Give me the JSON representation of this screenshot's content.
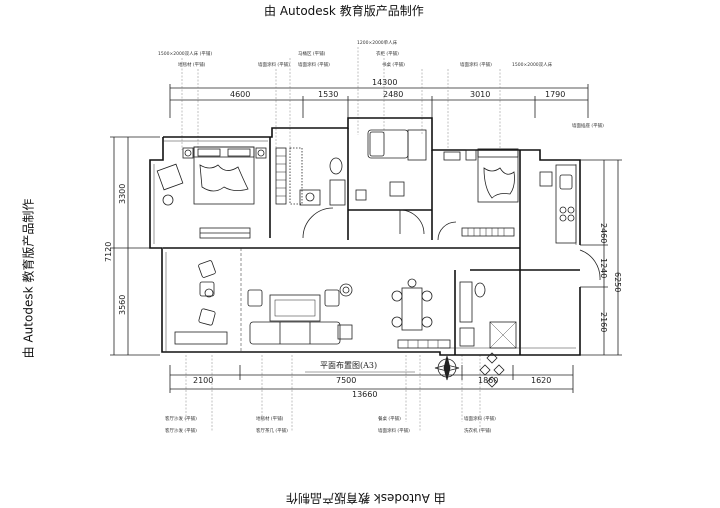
{
  "watermark": "由 Autodesk 教育版产品制作",
  "drawing_title": "平面布置图(A3)",
  "dimensions": {
    "overall_top": "14300",
    "top_segments": [
      "4600",
      "1530",
      "2480",
      "3010",
      "1790"
    ],
    "left_total": "7120",
    "left_segments": [
      "3300",
      "3560"
    ],
    "right_total": "6250",
    "right_segments": [
      "2460",
      "1240",
      "2160"
    ],
    "bottom_segments": [
      "2100",
      "7500",
      "1860",
      "1620"
    ],
    "overall_bottom": "13660"
  },
  "callouts_top": [
    "1500×2000双人床 (平铺)",
    "地毯材 (平铺)",
    "马桶区 (平铺)",
    "墙面涂料 (平铺)",
    "1200×2000单人床",
    "衣柜 (平铺)",
    "书桌 (平铺)",
    "墙面涂料 (平铺)",
    "1500×2000双人床",
    "墙面涂料 (平铺)",
    "墙面插座 (平铺)"
  ],
  "callouts_bottom": [
    "客厅沙发 (平铺)",
    "地毯材 (平铺)",
    "客厅沙发 (平铺)",
    "客厅茶几 (平铺)",
    "餐桌 (平铺)",
    "墙面涂料 (平铺)",
    "墙面涂料 (平铺)",
    "洗衣机 (平铺)"
  ]
}
